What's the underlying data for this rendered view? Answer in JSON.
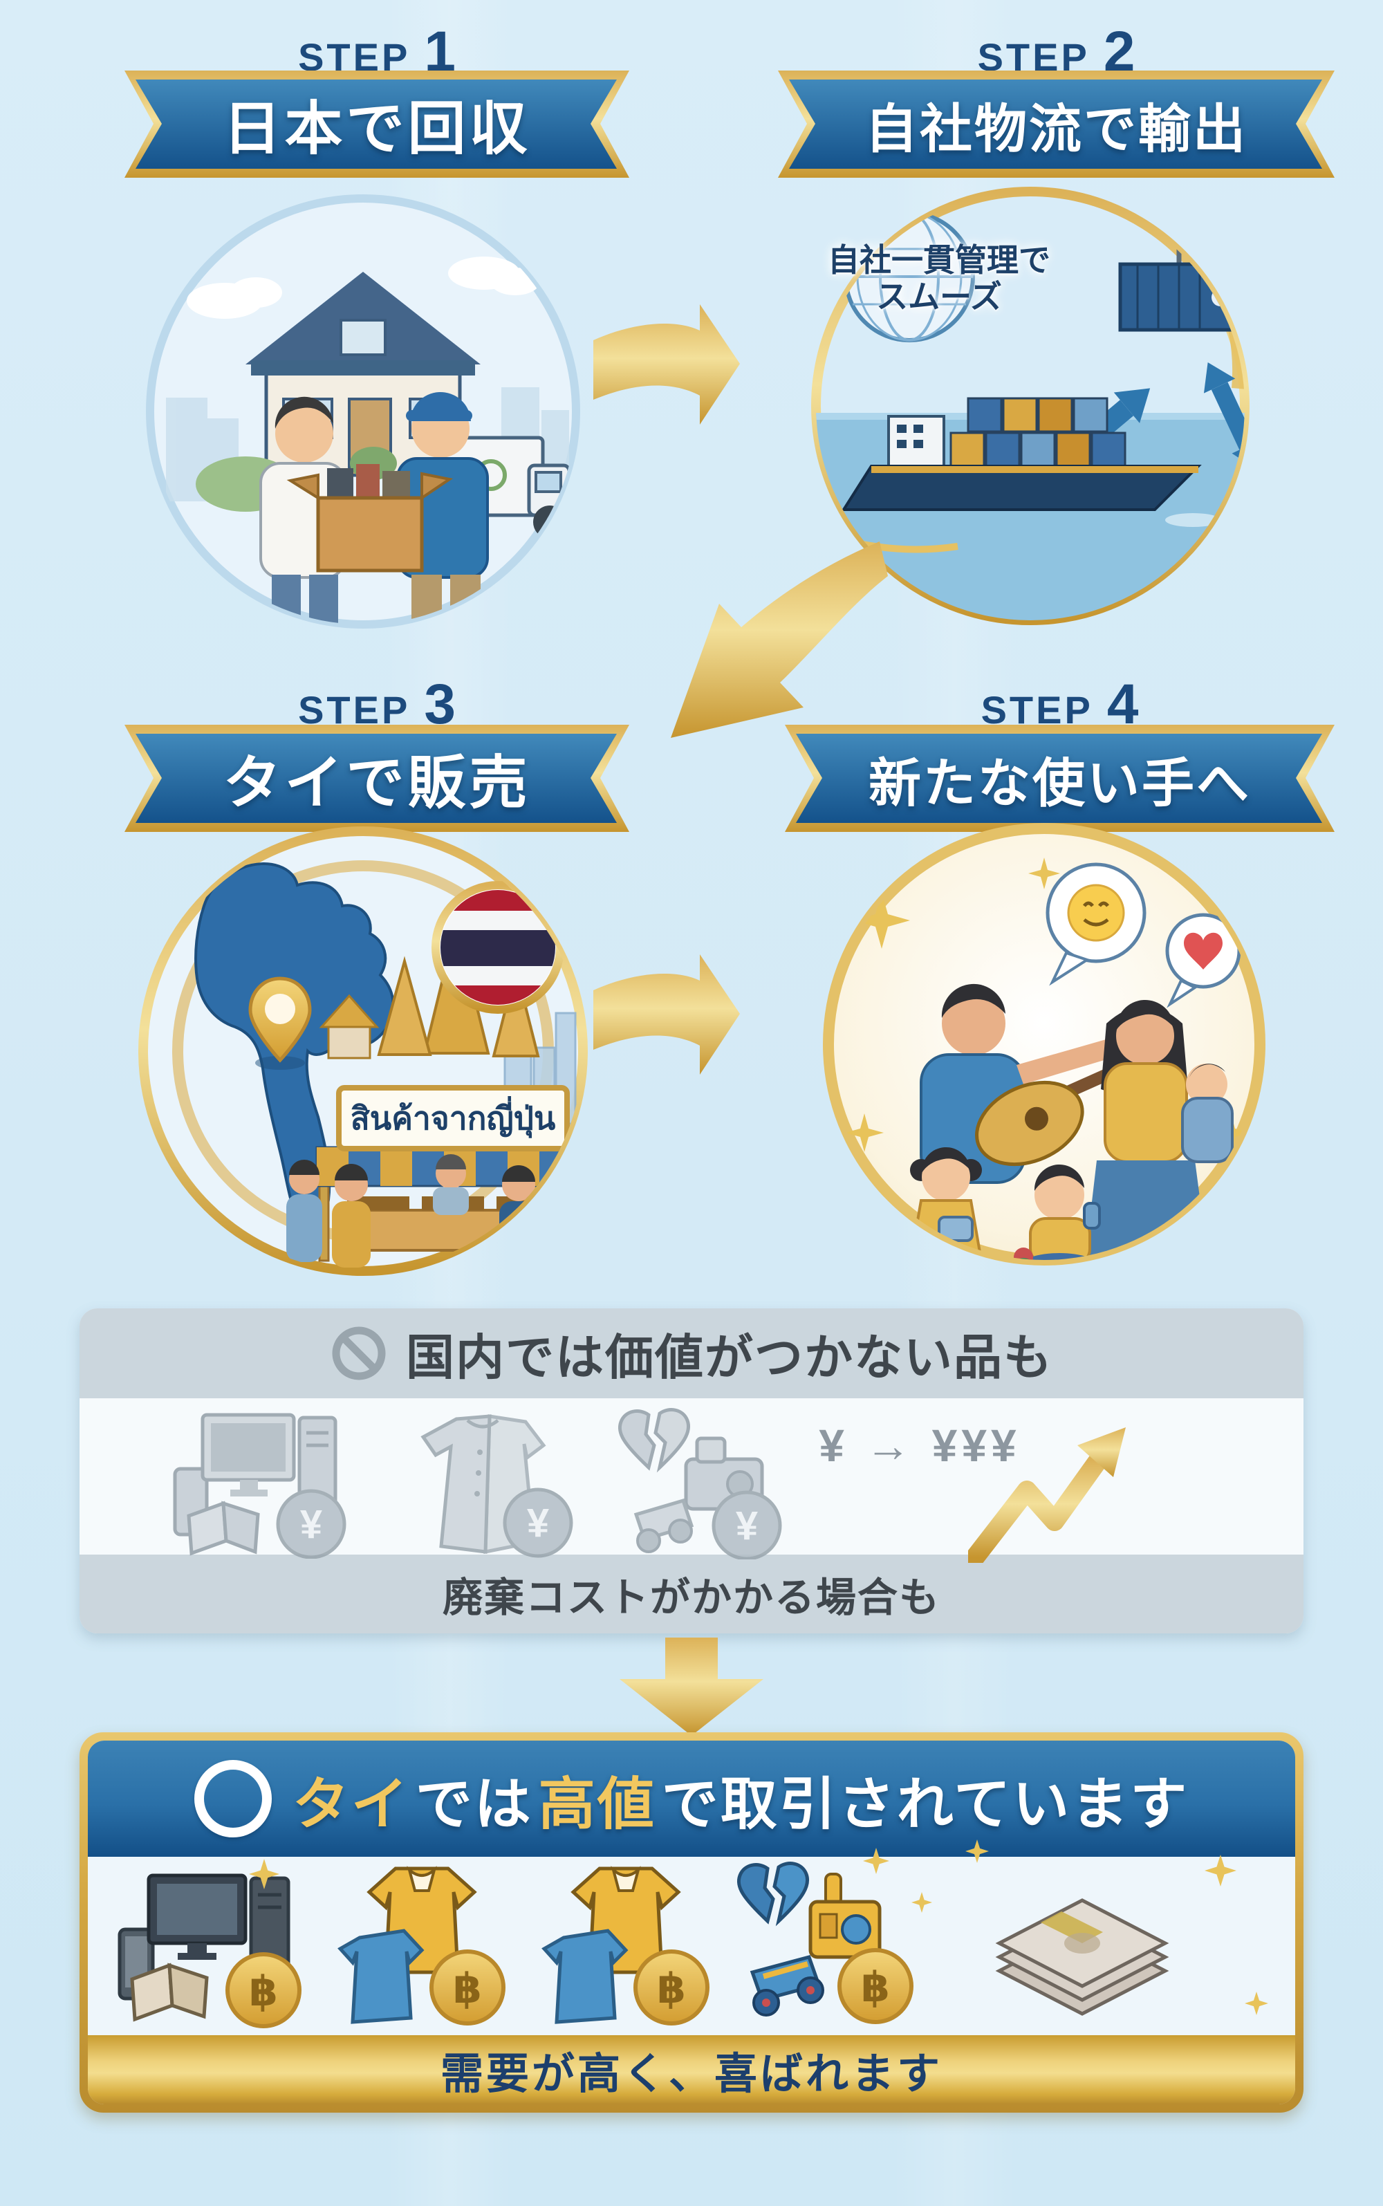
{
  "colors": {
    "background": "#d9ecf7",
    "banner_blue_top": "#4189bb",
    "banner_blue_bottom": "#14528b",
    "gold_accent": "#d3a445",
    "gold_light": "#f3e09a",
    "navy_text": "#1c4a7d",
    "panel_gray_band": "#cbd6dd",
    "panel_gray_text": "#3f464c",
    "positive_title_gold": "#f2c75f",
    "positive_footer_text": "#1c3f6d",
    "thai_flag_red": "#b01e30",
    "thai_flag_navy": "#2d2a4a"
  },
  "icons": {
    "bubble_smiley": "😊",
    "bubble_heart": "❤",
    "prohibition": "🚫",
    "ok_circle": "◯"
  },
  "steps": [
    {
      "step_label": "STEP",
      "step_number": "1",
      "banner": "日本で回収"
    },
    {
      "step_label": "STEP",
      "step_number": "2",
      "banner": "自社物流で輸出",
      "caption_line1": "自社一貫管理で",
      "caption_line2": "スムーズ"
    },
    {
      "step_label": "STEP",
      "step_number": "3",
      "banner": "タイで販売",
      "stall_sign": "สินค้าจากญี่ปุ่น"
    },
    {
      "step_label": "STEP",
      "step_number": "4",
      "banner": "新たな使い手へ"
    }
  ],
  "negative_panel": {
    "title": "国内では価値がつかない品も",
    "yen_badge": "¥",
    "yen_progression": "¥ → ¥¥¥",
    "footer": "廃棄コストがかかる場合も"
  },
  "positive_panel": {
    "title_part_thai": "タイ",
    "title_part_mid": "では",
    "title_part_price": "高値",
    "title_part_rest": "で取引されています",
    "baht_badge": "฿",
    "footer": "需要が高く、喜ばれます"
  }
}
